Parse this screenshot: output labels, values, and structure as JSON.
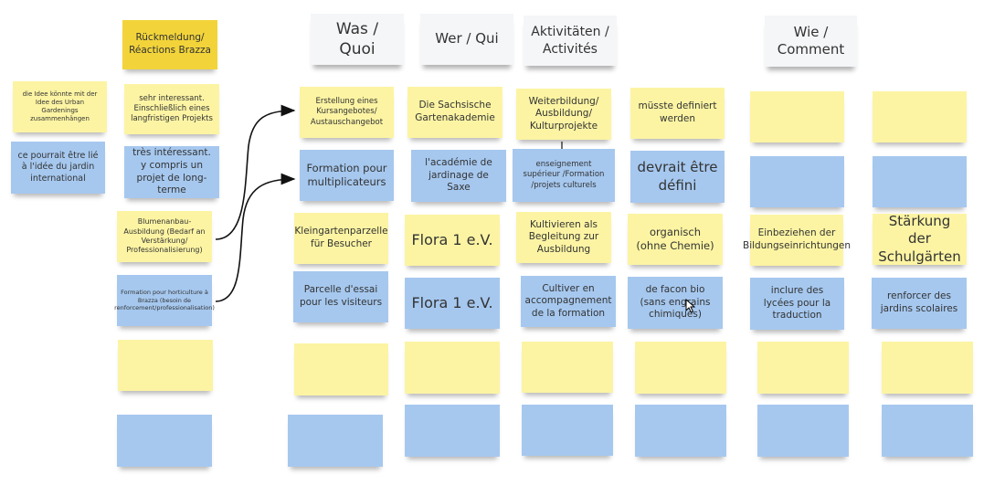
{
  "board": {
    "colors": {
      "yellow": "#fcf4a3",
      "blue": "#a6c8ef",
      "gold": "#f2d43a",
      "header": "#f5f6f8"
    },
    "headers": {
      "feedback": "Rückmeldung/ Réactions Brazza",
      "what": "Was / Quoi",
      "who": "Wer / Qui",
      "activities": "Aktivitäten / Activités",
      "how": "Wie / Comment"
    },
    "feedback_notes": {
      "urban_gardening_de": "die Idee könnte mit der Idee des Urban Gardenings zusammenhängen",
      "urban_gardening_fr": "ce pourrait être lié à l'idée du jardin international",
      "interesting_de": "sehr interessant. Einschließlich eines langfristigen Projekts",
      "interesting_fr": "très intéressant. y compris un projet de long-terme",
      "flower_de": "Blumenanbau-Ausbildung (Bedarf an Verstärkung/ Professionalisierung)",
      "flower_fr": "Formation pour horticulture à Brazza (besoin de renforcement/professionalisation)"
    },
    "rows": [
      {
        "what_de": "Erstellung eines Kursangebotes/ Austauschangebot",
        "what_fr": "Formation pour multiplicateurs",
        "who_de": "Die Sachsische Gartenakademie",
        "who_fr": "l'académie de jardinage de Saxe",
        "activities_de": "Weiterbildung/ Ausbildung/ Kulturprojekte",
        "activities_fr": "enseignement supérieur /Formation /projets culturels",
        "how1_de": "müsste definiert werden",
        "how1_fr": "devrait être défini",
        "how2_de": "",
        "how2_fr": "",
        "how3_de": "",
        "how3_fr": ""
      },
      {
        "what_de": "Kleingartenparzelle für Besucher",
        "what_fr": "Parcelle d'essai pour les visiteurs",
        "who_de": "Flora 1 e.V.",
        "who_fr": "Flora 1 e.V.",
        "activities_de": "Kultivieren als Begleitung zur Ausbildung",
        "activities_fr": "Cultiver en accompagnement de la formation",
        "how1_de": "organisch (ohne Chemie)",
        "how1_fr": "de facon bio (sans engrains chimiques)",
        "how2_de": "Einbeziehen der Bildungseinrichtungen",
        "how2_fr": "inclure des lycées pour la traduction",
        "how3_de": "Stärkung der Schulgärten",
        "how3_fr": "renforcer des jardins scolaires"
      }
    ]
  }
}
